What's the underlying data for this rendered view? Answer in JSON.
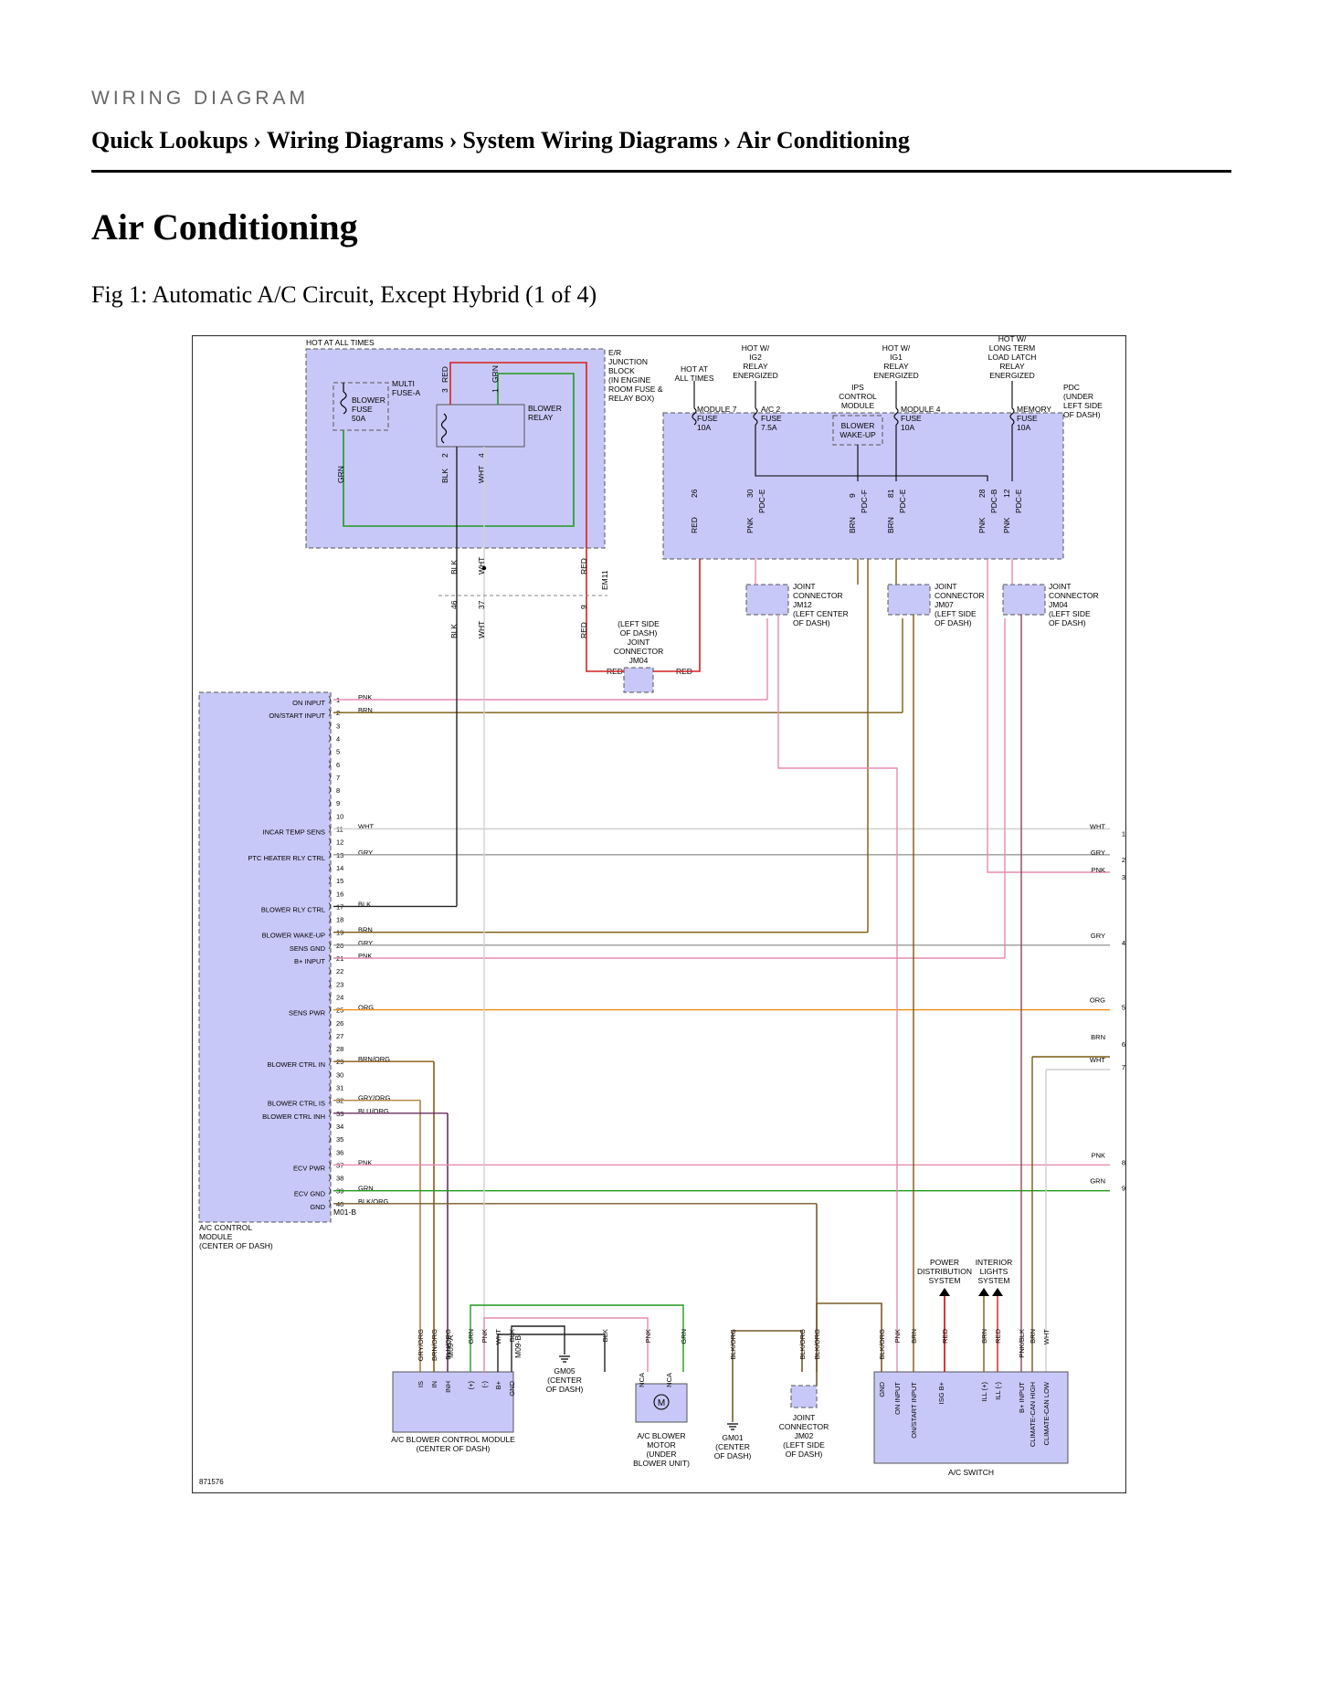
{
  "header": {
    "kicker": "WIRING DIAGRAM",
    "breadcrumb": [
      "Quick Lookups",
      "Wiring Diagrams",
      "System Wiring Diagrams",
      "Air Conditioning"
    ],
    "separator": "›"
  },
  "page_title": "Air Conditioning",
  "figure_caption": "Fig 1: Automatic A/C Circuit, Except Hybrid (1 of 4)",
  "diagram": {
    "figure_number": "871576",
    "labels": {
      "hot_all_times": "HOT AT ALL TIMES",
      "er_junction": [
        "E/R",
        "JUNCTION",
        "BLOCK",
        "(IN ENGINE",
        "ROOM FUSE &",
        "RELAY BOX)"
      ],
      "multi_fuse": [
        "MULTI",
        "FUSE-A"
      ],
      "blower_fuse": [
        "BLOWER",
        "FUSE",
        "50A"
      ],
      "blower_relay": [
        "BLOWER",
        "RELAY"
      ],
      "hot_at_all_times_2": [
        "HOT AT",
        "ALL TIMES"
      ],
      "hot_ig2": [
        "HOT W/",
        "IG2",
        "RELAY",
        "ENERGIZED"
      ],
      "hot_ig1": [
        "HOT W/",
        "IG1",
        "RELAY",
        "ENERGIZED"
      ],
      "hot_long_term": [
        "HOT W/",
        "LONG TERM",
        "LOAD LATCH",
        "RELAY",
        "ENERGIZED"
      ],
      "pdc": [
        "PDC",
        "(UNDER",
        "LEFT SIDE",
        "OF DASH)"
      ],
      "module7": [
        "MODULE 7",
        "FUSE",
        "10A"
      ],
      "ac2": [
        "A/C 2",
        "FUSE",
        "7.5A"
      ],
      "ips": [
        "IPS",
        "CONTROL",
        "MODULE"
      ],
      "blower_wakeup": [
        "BLOWER",
        "WAKE-UP"
      ],
      "module4": [
        "MODULE 4",
        "FUSE",
        "10A"
      ],
      "memory": [
        "MEMORY",
        "FUSE",
        "10A"
      ],
      "jm12": [
        "JOINT",
        "CONNECTOR",
        "JM12",
        "(LEFT CENTER",
        "OF DASH)"
      ],
      "jm07": [
        "JOINT",
        "CONNECTOR",
        "JM07",
        "(LEFT SIDE",
        "OF DASH)"
      ],
      "jm04": [
        "JOINT",
        "CONNECTOR",
        "JM04",
        "(LEFT SIDE",
        "OF DASH)"
      ],
      "jm04_mid": [
        "(LEFT SIDE",
        "OF DASH)",
        "JOINT",
        "CONNECTOR",
        "JM04"
      ],
      "ac_control_module": [
        "A/C CONTROL",
        "MODULE",
        "(CENTER OF DASH)"
      ],
      "module_connector": "M01-B",
      "em11": "EM11",
      "power_dist": [
        "POWER",
        "DISTRIBUTION",
        "SYSTEM"
      ],
      "interior_lights": [
        "INTERIOR",
        "LIGHTS",
        "SYSTEM"
      ],
      "blower_ctrl_module": [
        "A/C BLOWER CONTROL MODULE",
        "(CENTER OF DASH)"
      ],
      "gm05": [
        "GM05",
        "(CENTER",
        "OF DASH)"
      ],
      "blower_motor": [
        "A/C BLOWER",
        "MOTOR",
        "(UNDER",
        "BLOWER UNIT)"
      ],
      "gm01": [
        "GM01",
        "(CENTER",
        "OF DASH)"
      ],
      "jm02": [
        "JOINT",
        "CONNECTOR",
        "JM02",
        "(LEFT SIDE",
        "OF DASH)"
      ],
      "ac_switch": "A/C SWITCH",
      "motor_symbol": "M",
      "m09a": "M09-A",
      "m09b": "M09-B"
    },
    "module_pins": [
      "ON INPUT",
      "ON/START INPUT",
      "",
      "",
      "",
      "",
      "",
      "",
      "",
      "",
      "INCAR TEMP SENS",
      "",
      "PTC HEATER RLY CTRL",
      "",
      "",
      "",
      "BLOWER RLY CTRL",
      "",
      "BLOWER WAKE-UP",
      "SENS GND",
      "B+ INPUT",
      "",
      "",
      "",
      "SENS PWR",
      "",
      "",
      "",
      "BLOWER CTRL IN",
      "",
      "",
      "BLOWER CTRL IS",
      "BLOWER CTRL INH",
      "",
      "",
      "",
      "ECV PWR",
      "",
      "ECV GND",
      "GND"
    ],
    "module_wire_colors": [
      "PNK",
      "BRN",
      "",
      "",
      "",
      "",
      "",
      "",
      "",
      "",
      "WHT",
      "",
      "GRY",
      "",
      "",
      "",
      "BLK",
      "",
      "BRN",
      "GRY",
      "PNK",
      "",
      "",
      "",
      "ORG",
      "",
      "",
      "",
      "BRN/ORG",
      "",
      "",
      "GRY/ORG",
      "BLU/ORG",
      "",
      "",
      "",
      "PNK",
      "",
      "GRN",
      "BLK/ORG"
    ],
    "right_exits": [
      {
        "num": "1",
        "color": "WHT"
      },
      {
        "num": "2",
        "color": "GRY"
      },
      {
        "num": "3",
        "color": "PNK"
      },
      {
        "num": "4",
        "color": "GRY"
      },
      {
        "num": "5",
        "color": "ORG"
      },
      {
        "num": "6",
        "color": "BRN"
      },
      {
        "num": "7",
        "color": "WHT"
      },
      {
        "num": "8",
        "color": "PNK"
      },
      {
        "num": "9",
        "color": "GRN"
      }
    ],
    "blower_module_pins": [
      "IS",
      "IN",
      "INH",
      "(+)",
      "(-)",
      "B+",
      "GND"
    ],
    "blower_motor_pins": [
      "NCA",
      "NCA"
    ],
    "switch_pins": [
      "GND",
      "ON INPUT",
      "ON/START INPUT",
      "ISG B+",
      "ILL (+)",
      "ILL (-)",
      "B+ INPUT",
      "CLIMATE-CAN HIGH",
      "CLIMATE-CAN LOW"
    ],
    "wire_colors": {
      "RED": "#d42020",
      "GRN": "#1f9a1f",
      "BLK": "#222222",
      "WHT": "#d0d0d0",
      "PNK": "#e58cb0",
      "BRN": "#7a5a10",
      "GRY": "#9a9a9a",
      "ORG": "#ee8a10",
      "BRN/ORG": "#8a5a10",
      "GRY/ORG": "#b08040",
      "BLU/ORG": "#6a3060",
      "BLK/ORG": "#7a5a2a",
      "PNK/BLK": "#8a4a5a",
      "box": "#c8c8f8"
    },
    "misc": {
      "red": "RED",
      "grn": "GRN",
      "blk": "BLK",
      "wht": "WHT",
      "pnk": "PNK",
      "brn": "BRN",
      "gry": "GRY",
      "blkorg": "BLK/ORG",
      "pnkblk": "PNK/BLK",
      "brnorg": "BRN/ORG",
      "gryorg": "GRY/ORG",
      "bluorg": "BLU/ORG",
      "pdce": "PDC-E",
      "pdcf": "PDC-F",
      "pdcb": "PDC-B"
    }
  }
}
